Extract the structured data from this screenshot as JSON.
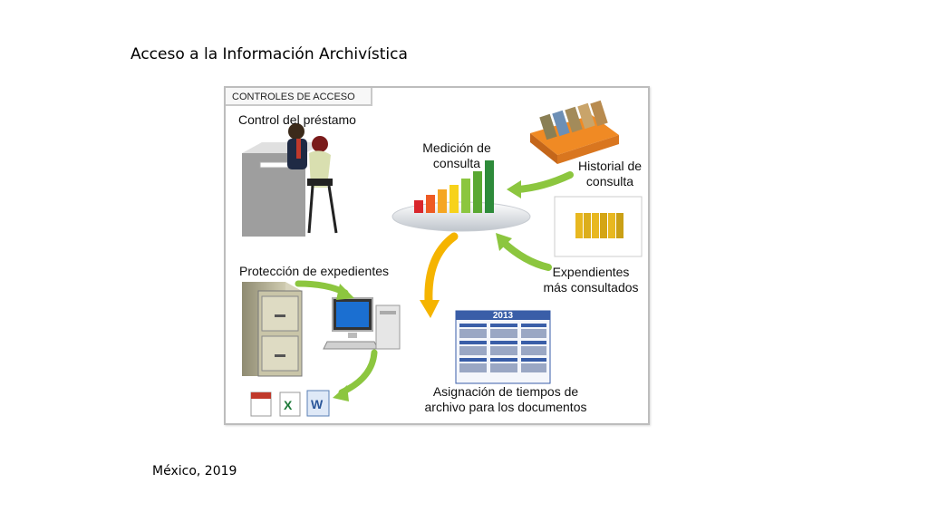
{
  "slide": {
    "title": "Acceso  a la Información Archivística",
    "footer": "México, 2019"
  },
  "diagram": {
    "header": "CONTROLES DE ACCESO",
    "labels": {
      "loan_control": "Control del préstamo",
      "measurement_line1": "Medición de",
      "measurement_line2": "consulta",
      "history_line1": "Historial de",
      "history_line2": "consulta",
      "most_consulted_line1": "Expendientes",
      "most_consulted_line2": "más consultados",
      "protection": "Protección de expedientes",
      "retention_line1": "Asignación de tiempos de",
      "retention_line2": "archivo para los documentos",
      "calendar_year": "2013"
    },
    "colors": {
      "arrow_green": "#8cc63f",
      "arrow_yellow": "#f5b400",
      "calendar_blue": "#3a5ea8"
    }
  }
}
